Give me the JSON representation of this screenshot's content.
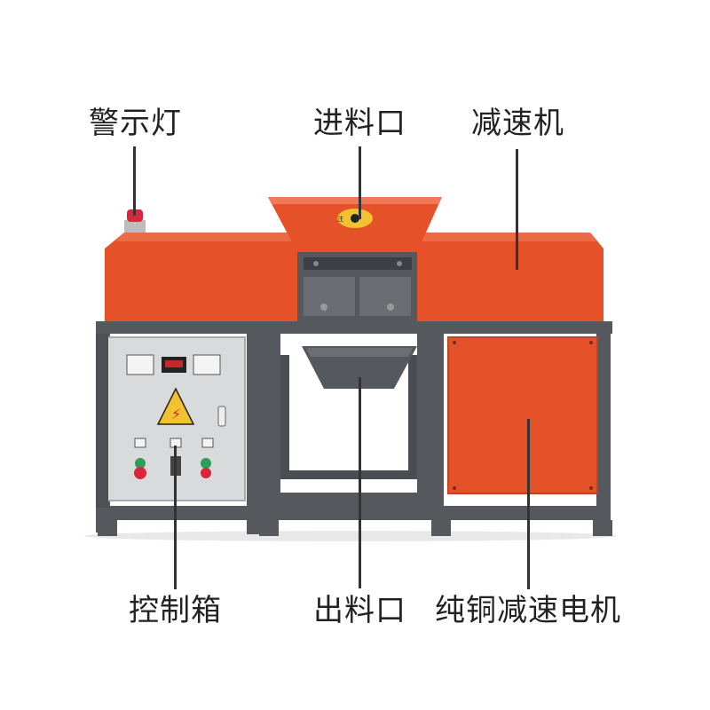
{
  "labels": {
    "warning_light": "警示灯",
    "feed_inlet": "进料口",
    "gear_reducer": "减速机",
    "control_box": "控制箱",
    "discharge_outlet": "出料口",
    "copper_motor": "纯铜减速电机"
  },
  "colors": {
    "body_orange": "#e5522a",
    "frame_gray": "#55585c",
    "panel_gray": "#d9dadb",
    "warning_red": "#d8263a"
  },
  "icons": {
    "hazard": "high-voltage-warning-icon"
  }
}
